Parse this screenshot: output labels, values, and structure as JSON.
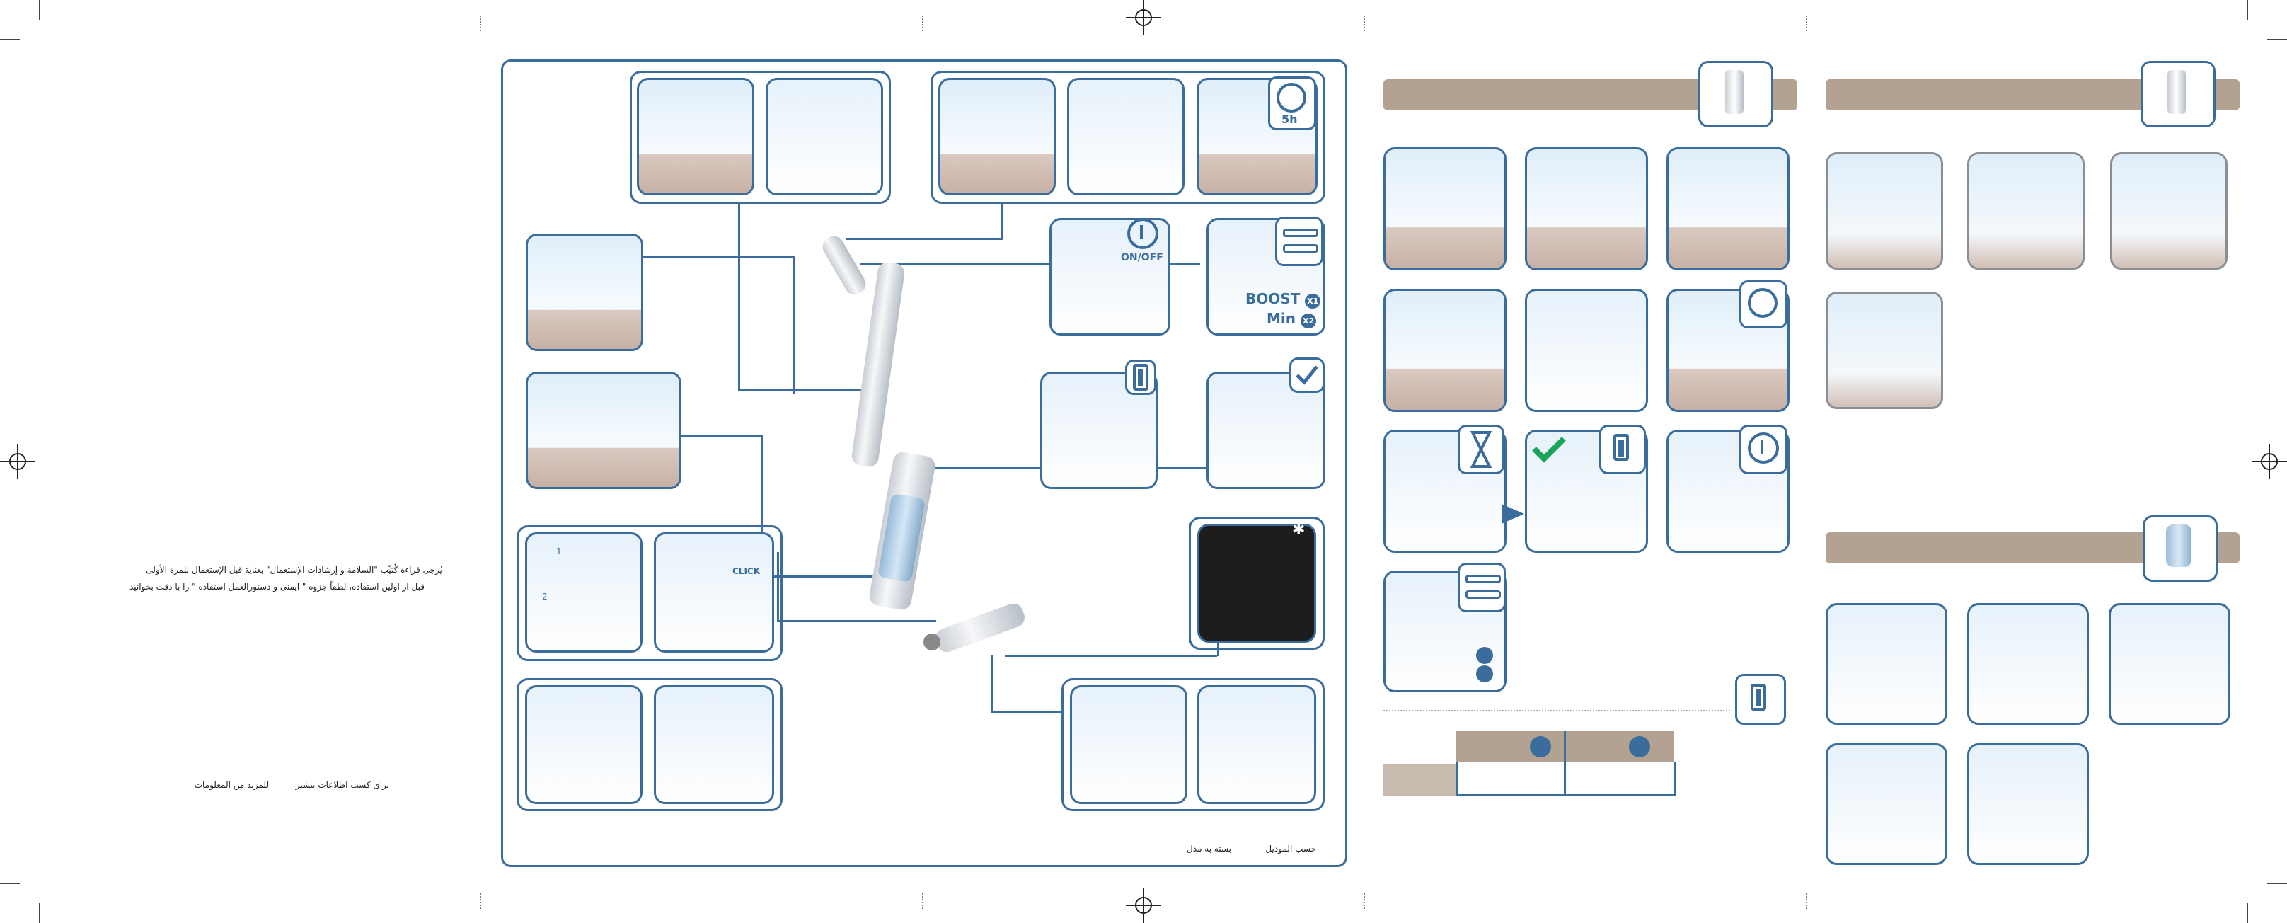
{
  "left_panel": {
    "arabic_line1": "يُرجى قراءة كُتيِّب \"السلامة و إرشادات الإستعمال\" بعناية قبل الإستعمال للمرة الأولى",
    "arabic_line2": "قبل از اولين استفاده، لطفاً جزوه \" ايمنی و دستورالعمل استفاده \" را با دقت بخوانيد",
    "arabic_more_info_fa": "برای كسب اطلاعات بیشتر",
    "arabic_more_info_ar": "للمزيد من المعلومات"
  },
  "center_panel": {
    "power_label": "ON/OFF",
    "clock_label": "5h",
    "boost_label": "BOOST",
    "boost_x": "X1",
    "min_label": "Min",
    "min_x": "X2",
    "click_label": "CLICK",
    "step_1": "1",
    "step_2": "2",
    "footer_ar": "حسب الموديل",
    "footer_fa": "بسته به مدل"
  },
  "colors": {
    "accent": "#3a6d9c",
    "banner": "#b3a292",
    "check": "#1aa35b"
  },
  "icons": [
    "power-icon",
    "clock-icon",
    "battery-icon",
    "hourglass-icon",
    "check-icon",
    "snowflake-icon",
    "wall-mount-icon"
  ]
}
